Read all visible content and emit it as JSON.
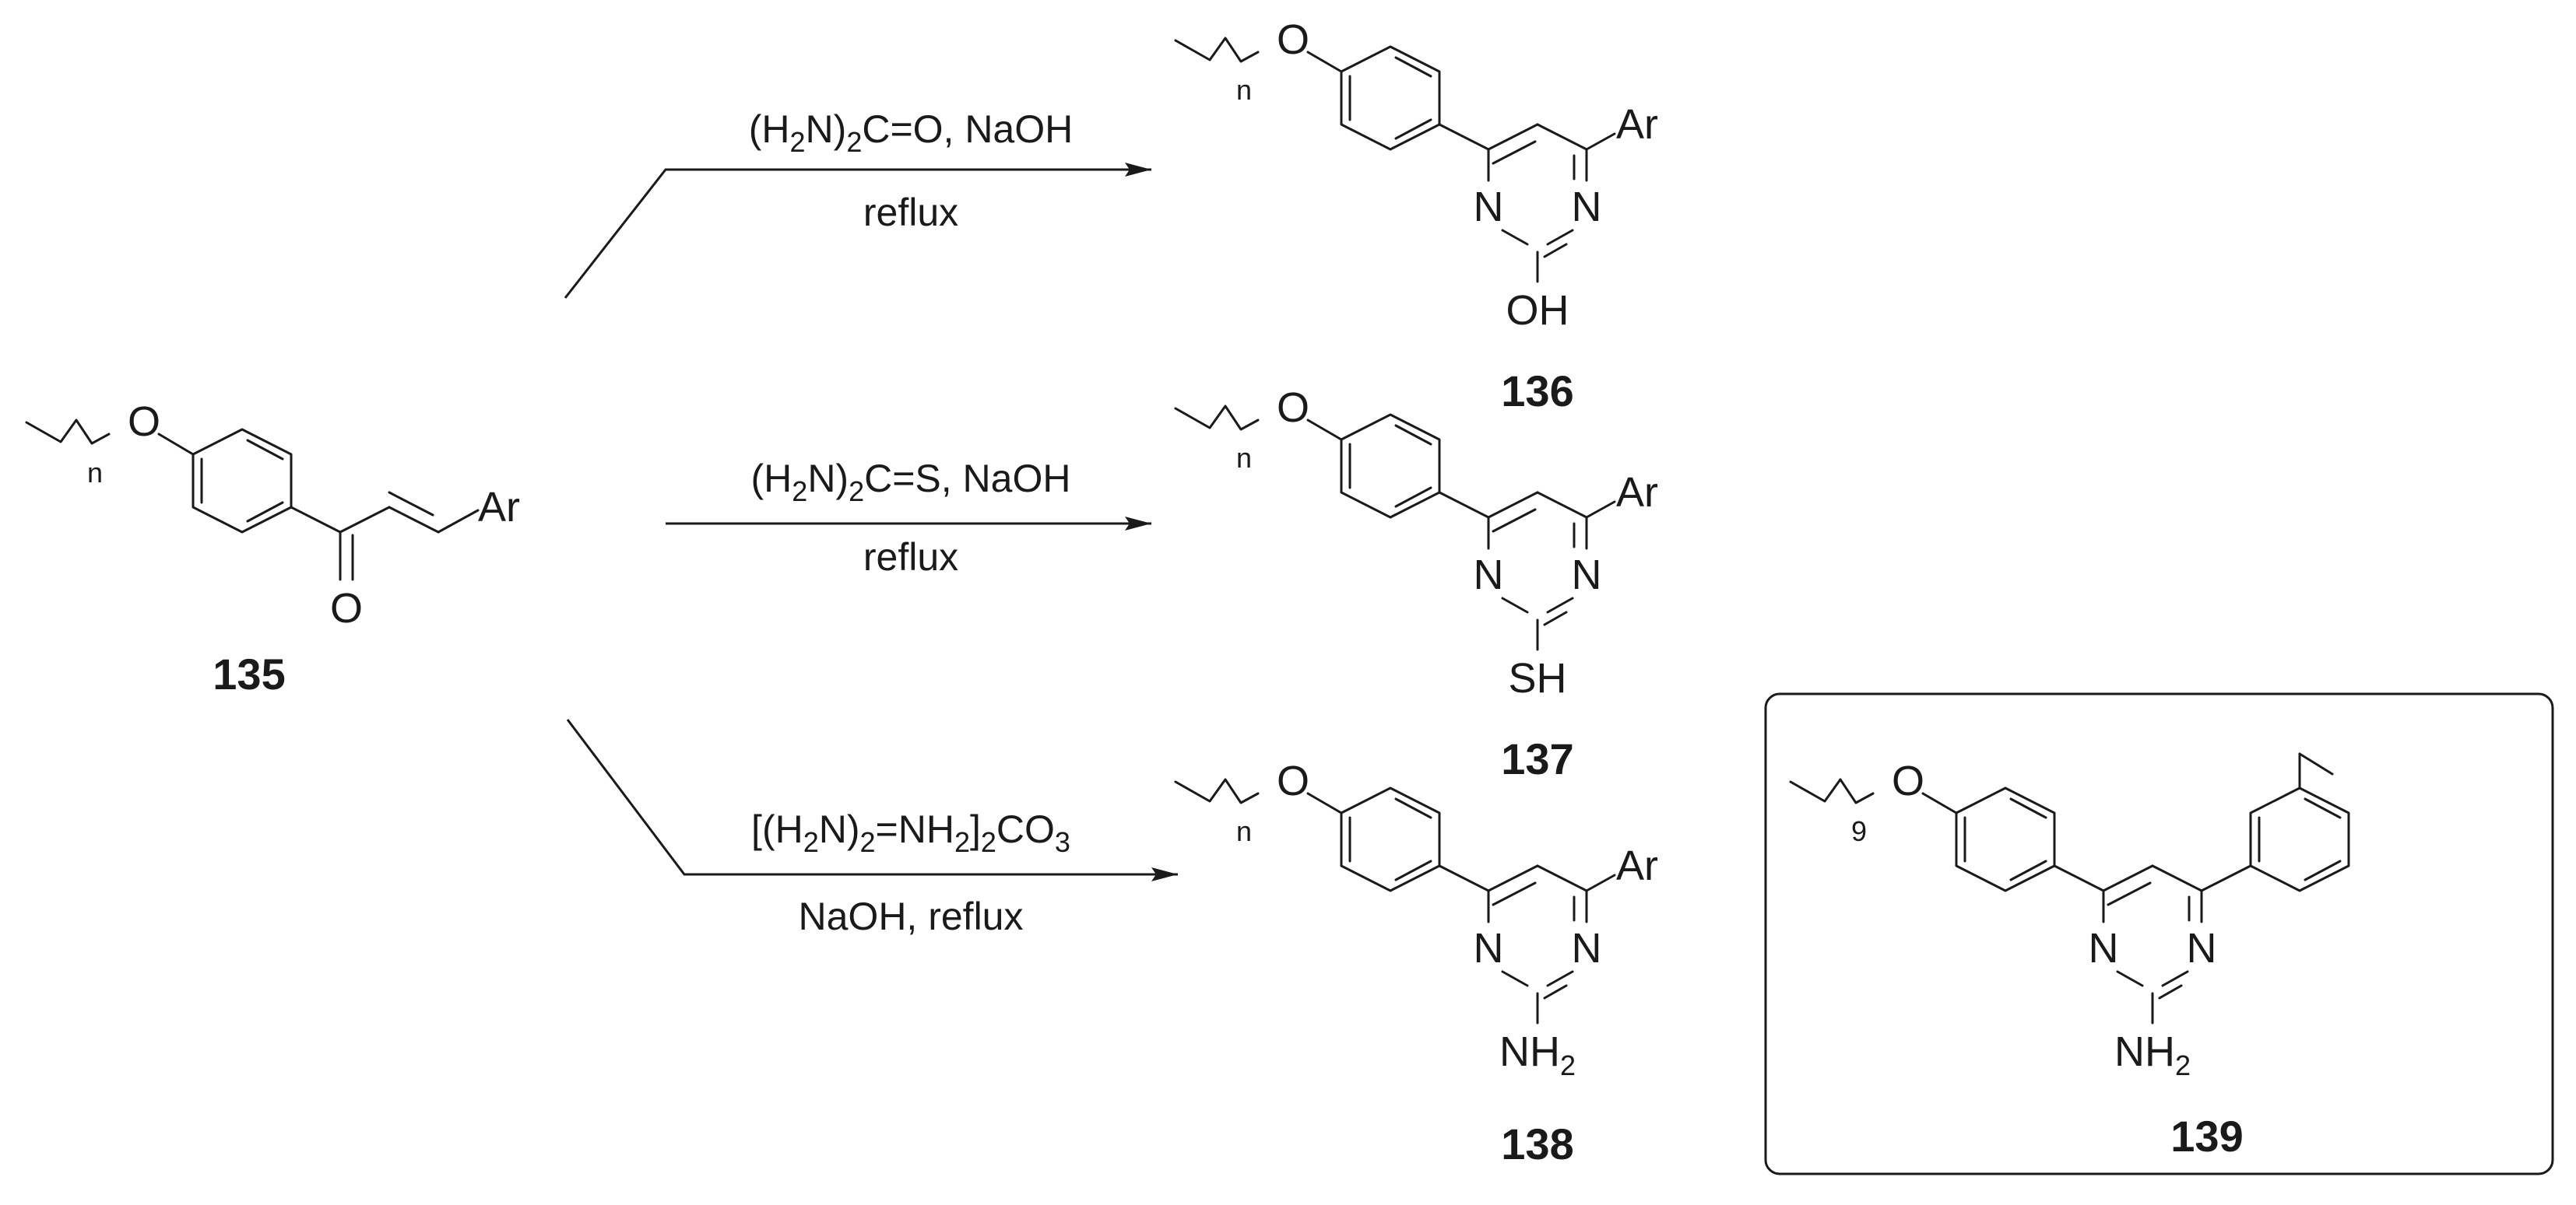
{
  "scheme": {
    "compounds": [
      {
        "id": "135",
        "chain_sub": "n",
        "o": "O",
        "ketone_o": "O",
        "ar": "Ar"
      },
      {
        "id": "136",
        "chain_sub": "n",
        "o": "O",
        "ar": "Ar",
        "n1": "N",
        "n2": "N",
        "group": "OH"
      },
      {
        "id": "137",
        "chain_sub": "n",
        "o": "O",
        "ar": "Ar",
        "n1": "N",
        "n2": "N",
        "group": "SH"
      },
      {
        "id": "138",
        "chain_sub": "n",
        "o": "O",
        "ar": "Ar",
        "n1": "N",
        "n2": "N",
        "group_main": "NH",
        "group_sub": "2"
      },
      {
        "id": "139",
        "chain_sub": "9",
        "o": "O",
        "n1": "N",
        "n2": "N",
        "group_main": "NH",
        "group_sub": "2"
      }
    ],
    "reactions": [
      {
        "to": "136",
        "cond1": [
          {
            "t": "(H"
          },
          {
            "t": "2",
            "sub": true
          },
          {
            "t": "N)"
          },
          {
            "t": "2",
            "sub": true
          },
          {
            "t": "C=O, NaOH"
          }
        ],
        "cond2": [
          {
            "t": "reflux"
          }
        ]
      },
      {
        "to": "137",
        "cond1": [
          {
            "t": "(H"
          },
          {
            "t": "2",
            "sub": true
          },
          {
            "t": "N)"
          },
          {
            "t": "2",
            "sub": true
          },
          {
            "t": "C=S, NaOH"
          }
        ],
        "cond2": [
          {
            "t": "reflux"
          }
        ]
      },
      {
        "to": "138",
        "cond1": [
          {
            "t": "[(H"
          },
          {
            "t": "2",
            "sub": true
          },
          {
            "t": "N)"
          },
          {
            "t": "2",
            "sub": true
          },
          {
            "t": "=NH"
          },
          {
            "t": "2",
            "sub": true
          },
          {
            "t": "]"
          },
          {
            "t": "2",
            "sub": true
          },
          {
            "t": "CO"
          },
          {
            "t": "3",
            "sub": true
          }
        ],
        "cond2": [
          {
            "t": "NaOH, reflux"
          }
        ]
      }
    ]
  }
}
